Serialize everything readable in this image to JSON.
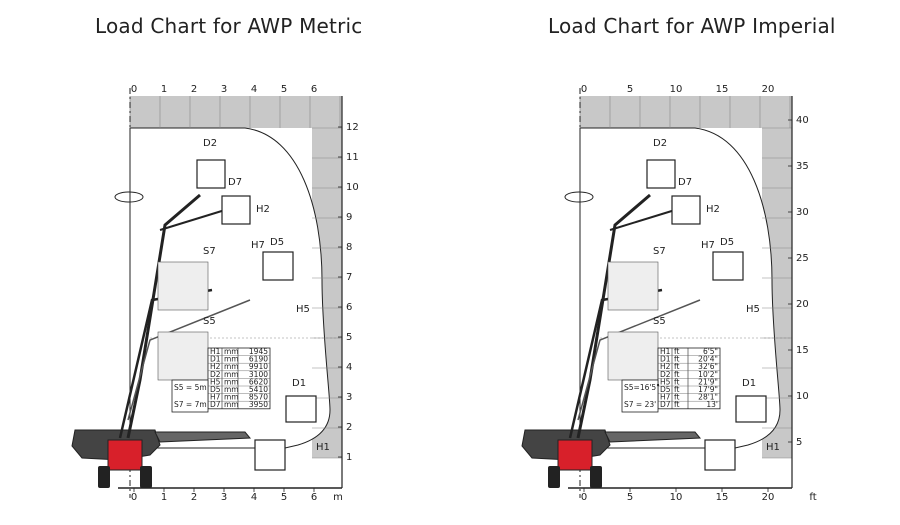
{
  "titles": {
    "metric": "Load Chart for AWP Metric",
    "imperial": "Load Chart for AWP Imperial"
  },
  "colors": {
    "grid_fill": "#c8c8c8",
    "machine_red": "#d8202a",
    "line": "#222222"
  },
  "metric": {
    "x_ticks": [
      "0",
      "1",
      "2",
      "3",
      "4",
      "5",
      "6"
    ],
    "x_unit": "m",
    "y_ticks": [
      "1",
      "2",
      "3",
      "4",
      "5",
      "6",
      "7",
      "8",
      "9",
      "10",
      "11",
      "12"
    ],
    "labels": {
      "D2": "D2",
      "D7": "D7",
      "H2": "H2",
      "H7": "H7",
      "D5": "D5",
      "S7": "S7",
      "H5": "H5",
      "S5": "S5",
      "D1": "D1",
      "H1": "H1"
    },
    "table": [
      [
        "H1",
        "mm",
        "1945"
      ],
      [
        "D1",
        "mm",
        "6190"
      ],
      [
        "H2",
        "mm",
        "9910"
      ],
      [
        "D2",
        "mm",
        "3100"
      ],
      [
        "H5",
        "mm",
        "6620"
      ],
      [
        "D5",
        "mm",
        "5410"
      ],
      [
        "H7",
        "mm",
        "8570"
      ],
      [
        "D7",
        "mm",
        "3950"
      ]
    ],
    "notes": {
      "s5": "S5 = 5m",
      "s7": "S7 = 7m"
    }
  },
  "imperial": {
    "x_ticks": [
      "0",
      "5",
      "10",
      "15",
      "20"
    ],
    "x_unit": "ft",
    "y_ticks": [
      "5",
      "10",
      "15",
      "20",
      "25",
      "30",
      "35",
      "40"
    ],
    "labels": {
      "D2": "D2",
      "D7": "D7",
      "H2": "H2",
      "H7": "H7",
      "D5": "D5",
      "S7": "S7",
      "H5": "H5",
      "S5": "S5",
      "D1": "D1",
      "H1": "H1"
    },
    "table": [
      [
        "H1",
        "ft",
        "6'5\""
      ],
      [
        "D1",
        "ft",
        "20'4\""
      ],
      [
        "H2",
        "ft",
        "32'6\""
      ],
      [
        "D2",
        "ft",
        "10'2\""
      ],
      [
        "H5",
        "ft",
        "21'9\""
      ],
      [
        "D5",
        "ft",
        "17'9\""
      ],
      [
        "H7",
        "ft",
        "28'1\""
      ],
      [
        "D7",
        "ft",
        "13'"
      ]
    ],
    "notes": {
      "s5": "S5=16'5\"",
      "s7": "S7 = 23'"
    }
  }
}
